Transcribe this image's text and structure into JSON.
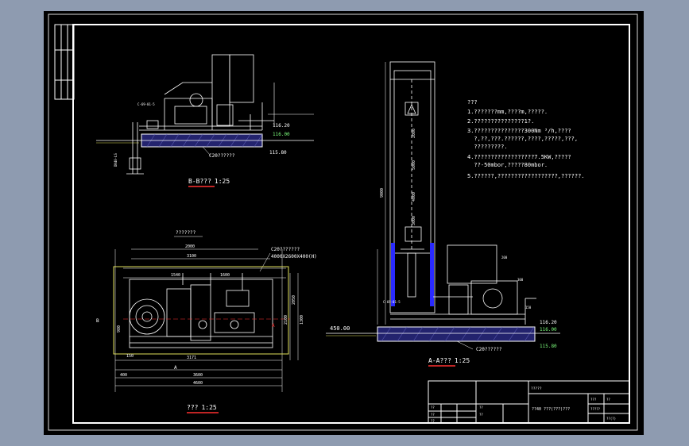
{
  "drawing": {
    "view_bb": {
      "title": "B-B???",
      "scale": "1:25",
      "elev_top": "116.20",
      "elev_mid": "116.00",
      "elev_low": "115.80",
      "foundation_note": "C20??????",
      "equip_tag": "C-69-01-5",
      "pipe_tag": "DN40-LS"
    },
    "view_aa": {
      "title": "A-A???",
      "scale": "1:25",
      "elev_left": "450.00",
      "elev_top": "116.20",
      "elev_mid": "116.00",
      "elev_low": "115.80",
      "foundation_note": "C20??????",
      "equip_tag": "C-69-01-5",
      "height_dim": "9000",
      "tower_marks": [
        "5000",
        "4000",
        "3000",
        "2000"
      ],
      "small_dims": [
        "150",
        "300",
        "200"
      ]
    },
    "plan_view": {
      "title": "???",
      "scale": "1:25",
      "top_label": "???????",
      "foundation_note": "C20???????",
      "foundation_size": "4000X2600X400(H)",
      "dims_top": [
        "2000",
        "3100",
        "1540",
        "1600"
      ],
      "dims_bottom": [
        "3171",
        "400",
        "3600",
        "4600"
      ],
      "dims_left": [
        "980",
        "150"
      ],
      "dims_right": [
        "2050",
        "1300",
        "2100"
      ],
      "marker_a": "A",
      "marker_b": "B"
    },
    "notes": {
      "heading": "???",
      "lines": [
        "1.???????mm,????m,?????.",
        "2.???????????????1?.",
        "3.???????????????300Nm ³/h,????",
        "  ?,??,???.??????,????,?????,???,",
        "  ?????????.",
        "4.??????????????????7.5KW,?????",
        "  ??-50mbor,?????80mbor.",
        "5.??????,??????????????????,??????."
      ]
    },
    "title_block": {
      "drawing_name": "??40 ???(???)???",
      "cells": [
        "?????",
        "??",
        "??",
        "??",
        "??",
        "??",
        "???",
        "??",
        "?????",
        "??(?)"
      ]
    }
  }
}
